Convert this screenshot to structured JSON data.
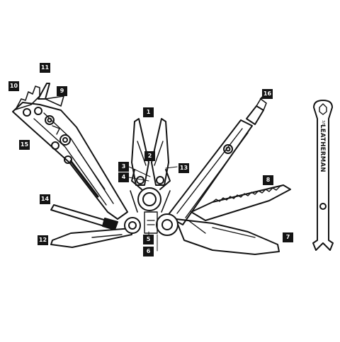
{
  "callouts": [
    "1",
    "2",
    "3",
    "4",
    "5",
    "6",
    "7",
    "8",
    "9",
    "10",
    "11",
    "12",
    "13",
    "14",
    "15",
    "16"
  ],
  "bit_driver": {
    "brand": "LEATHERMAN",
    "size_mark": "3/8"
  },
  "colors": {
    "ink": "#141414",
    "background": "#ffffff"
  }
}
